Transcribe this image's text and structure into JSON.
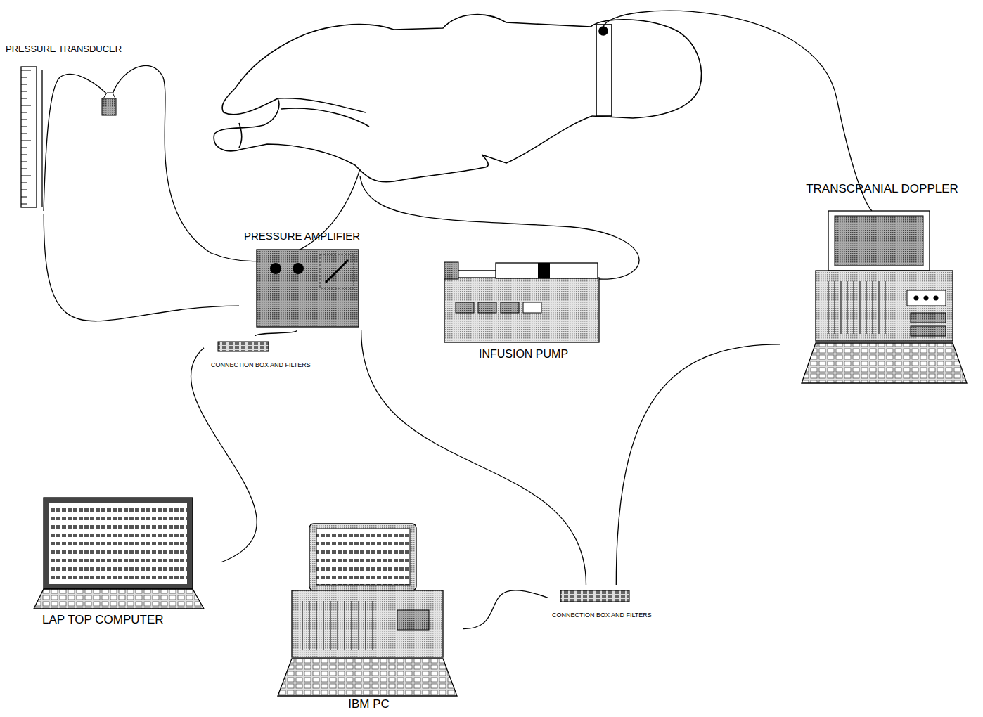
{
  "diagram": {
    "nodes": [
      {
        "text": [
          "PRESSURE TRANSDUCER"
        ]
      },
      {
        "text": [
          "PRESSURE AMPLIFIER"
        ]
      },
      {
        "text": [
          "INFUSION PUMP"
        ]
      },
      {
        "text": [
          "TRANSCRANIAL DOPPLER"
        ]
      },
      {
        "text": [
          "CONNECTION BOX AND FILTERS"
        ]
      },
      {
        "text": [
          "LAP TOP COMPUTER"
        ]
      },
      {
        "text": [
          "IBM PC"
        ]
      },
      {
        "text": [
          "CONNECTION BOX AND FILTERS"
        ]
      }
    ],
    "edges": [
      {
        "from": 0,
        "to": 1,
        "arrow": "none"
      },
      {
        "from": 1,
        "to": 4,
        "arrow": "none"
      },
      {
        "from": 1,
        "to": 7,
        "arrow": "none"
      },
      {
        "from": 3,
        "to": 7,
        "arrow": "none"
      },
      {
        "from": 4,
        "to": 5,
        "arrow": "none"
      },
      {
        "from": 7,
        "to": 6,
        "arrow": "none"
      }
    ]
  }
}
